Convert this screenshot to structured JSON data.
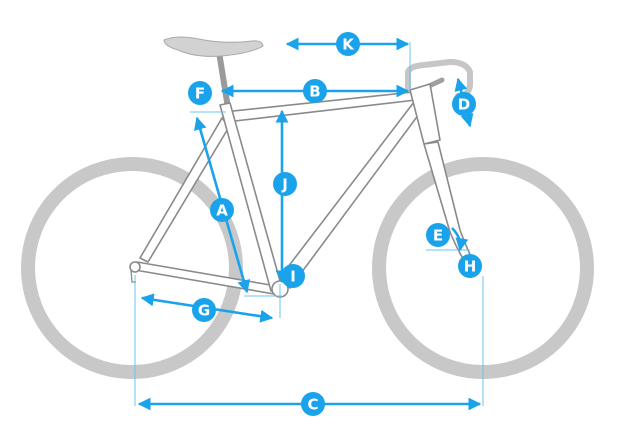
{
  "colors": {
    "wheel": "#c8c8c8",
    "frame_stroke": "#8a8a8a",
    "frame_fill": "#ffffff",
    "saddle": "#d2d2d2",
    "accent": "#1aa3ea",
    "guide": "#6cc4f2",
    "badge_text": "#ffffff"
  },
  "labels": {
    "A": "A",
    "B": "B",
    "C": "C",
    "D": "D",
    "E": "E",
    "F": "F",
    "G": "G",
    "H": "H",
    "I": "I",
    "J": "J",
    "K": "K"
  }
}
